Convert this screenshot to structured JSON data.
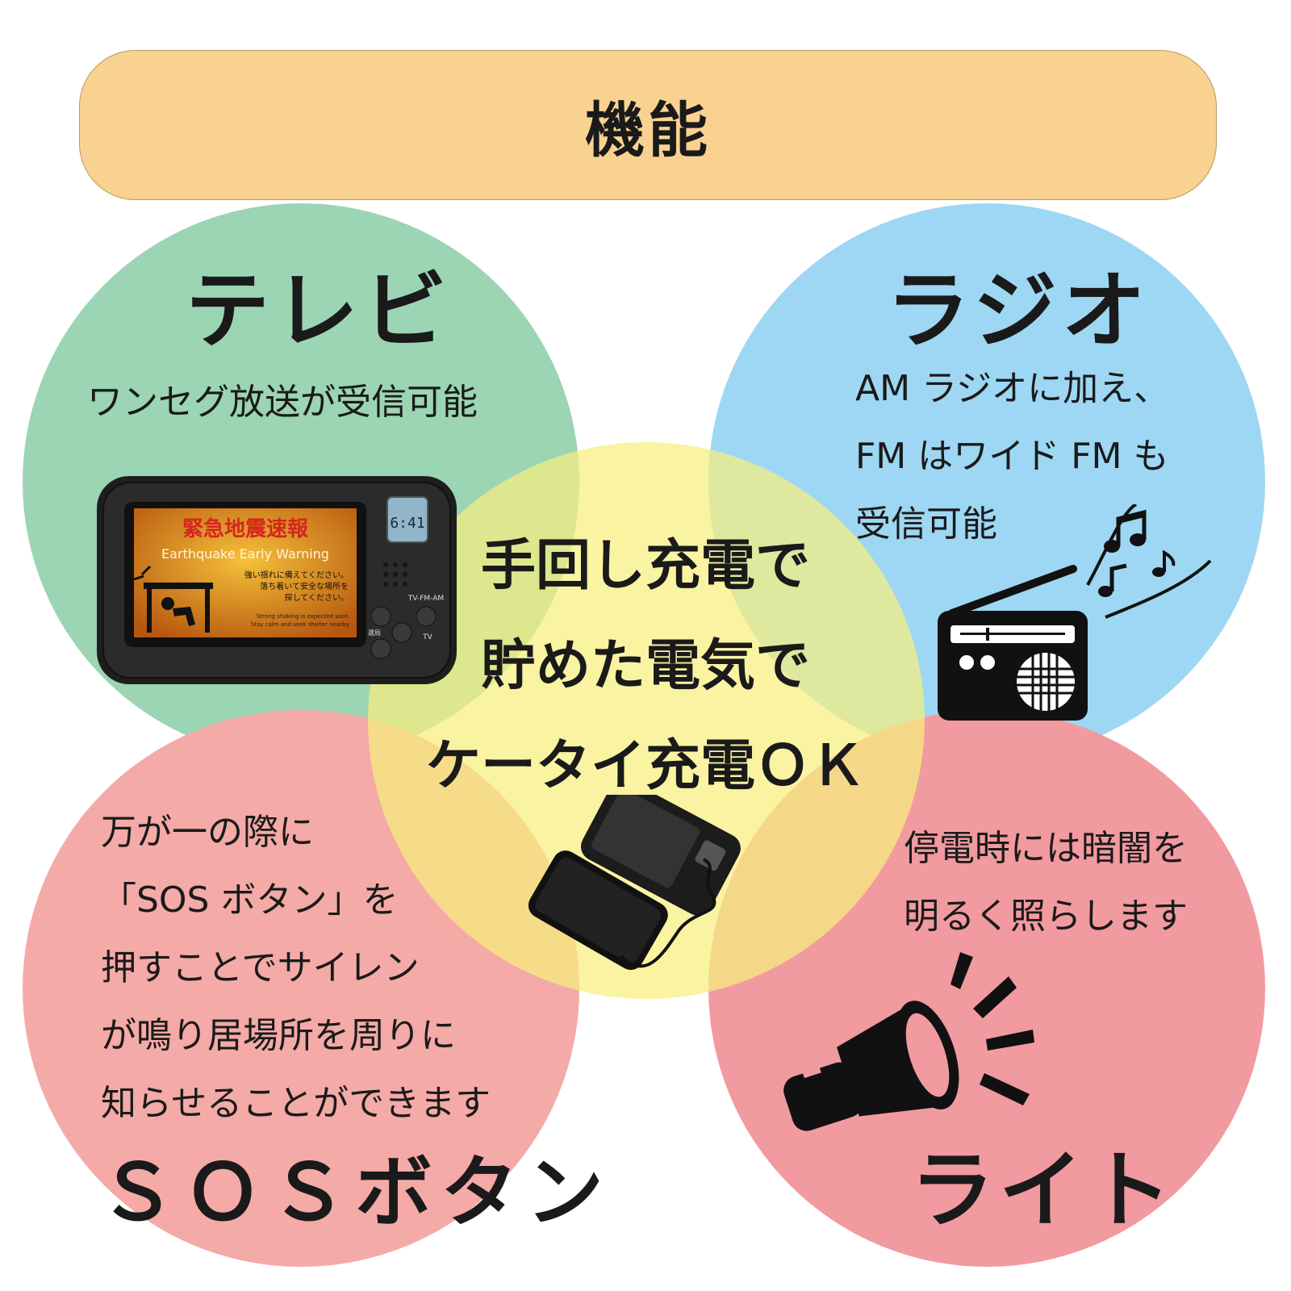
{
  "banner": {
    "title": "機能"
  },
  "tv": {
    "title": "テレビ",
    "description": "ワンセグ放送が受信可能",
    "screen": {
      "headline": "緊急地震速報",
      "subtitle": "Earthquake Early Warning",
      "jp_line1": "強い揺れに備えてください。",
      "jp_line2": "落ち着いて安全な場所を",
      "jp_line3": "探してください。",
      "en_line1": "Strong shaking is expected soon.",
      "en_line2": "Stay calm and seek shelter nearby.",
      "lcd": "6:41",
      "mode_label": "TV-FM-AM",
      "tv_label": "TV",
      "vol_label": "選局"
    }
  },
  "radio": {
    "title": "ラジオ",
    "lines": [
      "AM ラジオに加え、",
      "FM はワイド FM も",
      "受信可能"
    ]
  },
  "center": {
    "lines": [
      "手回し充電で",
      "貯めた電気で",
      "ケータイ充電ＯＫ"
    ]
  },
  "sos": {
    "lines": [
      "万が一の際に",
      "「SOS ボタン」を",
      "押すことでサイレン",
      "が鳴り居場所を周りに",
      "知らせることができます"
    ],
    "title": "ＳＯＳボタン"
  },
  "light": {
    "lines": [
      "停電時には暗闇を",
      "明るく照らします"
    ],
    "title": "ライト"
  },
  "colors": {
    "banner": "#f9d291",
    "tv_circle": "#9bd5b3",
    "radio_circle": "#9dd7f3",
    "sos_circle": "#f4aaa7",
    "light_circle": "#f19aa0",
    "center_circle": "#f7ef7e"
  },
  "icons": [
    "radio-icon",
    "music-notes-icon",
    "flashlight-icon",
    "phone-icon",
    "charging-cable-icon"
  ]
}
